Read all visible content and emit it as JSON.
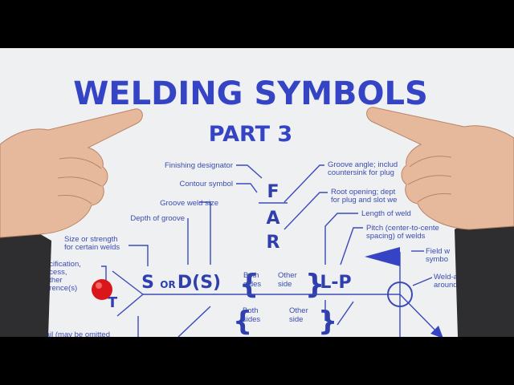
{
  "header": {
    "title": "WELDING SYMBOLS",
    "subtitle": "PART 3"
  },
  "labels": {
    "finishing": "Finishing designator",
    "contour": "Contour symbol",
    "groove_size": "Groove weld size",
    "depth": "Depth of groove",
    "size_strength_1": "Size or strength",
    "size_strength_2": "for certain welds",
    "spec_1": "ecification,",
    "spec_2": "ocess,",
    "spec_3": "other",
    "spec_4": "erence(s)",
    "tail": "Tail (may be omitted",
    "groove_angle_1": "Groove angle; includ",
    "groove_angle_2": "countersink for plug",
    "root_1": "Root opening; dept",
    "root_2": "for plug and slot we",
    "length": "Length of weld",
    "pitch_1": "Pitch (center-to-cente",
    "pitch_2": "spacing) of welds",
    "field_1": "Field w",
    "field_2": "symbo",
    "around_1": "Weld-a",
    "around_2": "around"
  },
  "symbols": {
    "F": "F",
    "A": "A",
    "R": "R",
    "S": "S",
    "OR": "OR",
    "DS": "D(S)",
    "LP": "L-P",
    "both_1": "Both",
    "sides_1": "sides",
    "other_1": "Other",
    "side_1": "side",
    "both_2": "Both",
    "sides_2": "sides",
    "other_2": "Other",
    "side_2": "side",
    "T": "T"
  },
  "colors": {
    "ink": "#3b4ab8",
    "board": "#eef0f2",
    "pin": "#d9161a"
  }
}
